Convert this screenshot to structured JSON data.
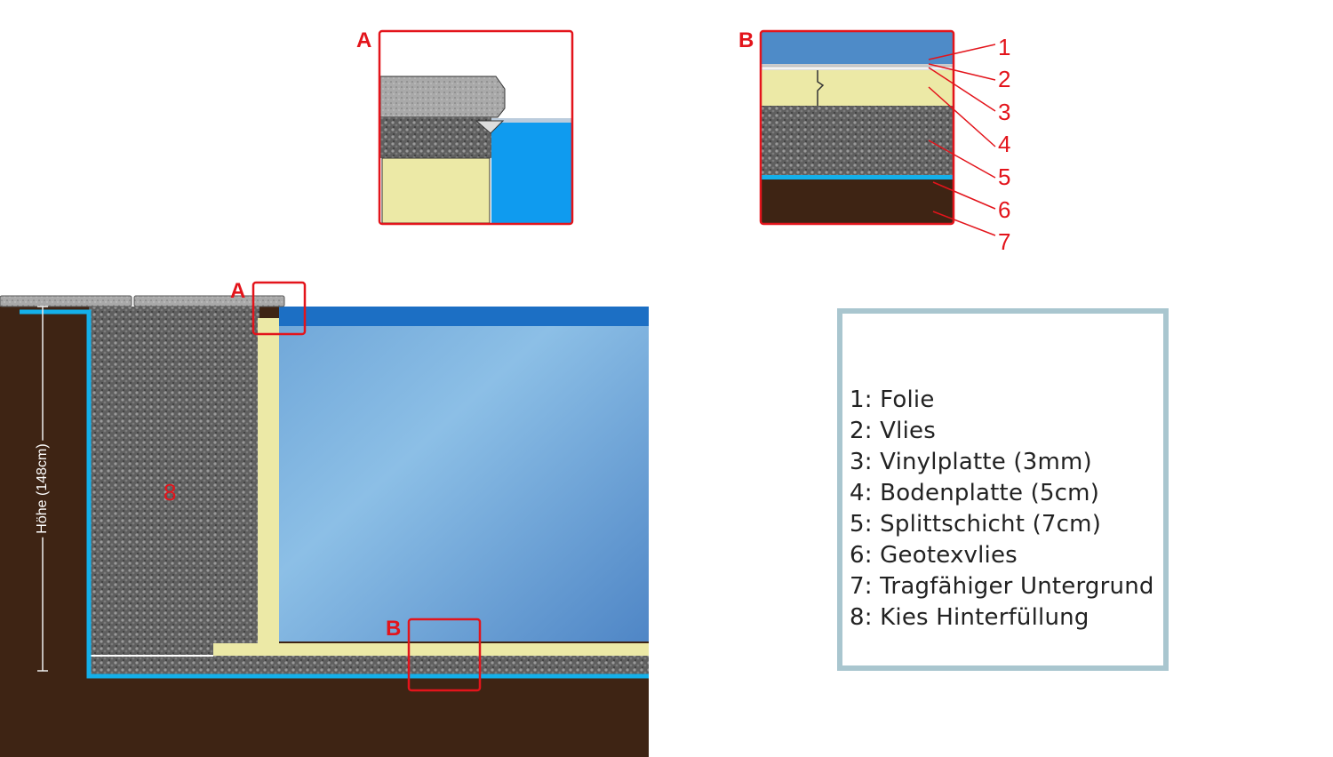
{
  "detail_labels": {
    "a": "A",
    "b": "B"
  },
  "layer_numbers": [
    "1",
    "2",
    "3",
    "4",
    "5",
    "6",
    "7"
  ],
  "backfill_number": "8",
  "height_label": "Höhe (148cm)",
  "legend": [
    "1: Folie",
    "2: Vlies",
    "3: Vinylplatte (3mm)",
    "4: Bodenplatte (5cm)",
    "5: Splittschicht (7cm)",
    "6: Geotexvlies",
    "7: Tragfähiger Untergrund",
    "8: Kies Hinterfüllung"
  ],
  "colors": {
    "soil": "#3e2414",
    "gravel": "#6e6e6e",
    "geotextile": "#14b0ea",
    "panel": "#ece9a6",
    "water": "#5f9ad2",
    "highlight": "#e3141b",
    "legend_border": "#a9c6cf"
  }
}
